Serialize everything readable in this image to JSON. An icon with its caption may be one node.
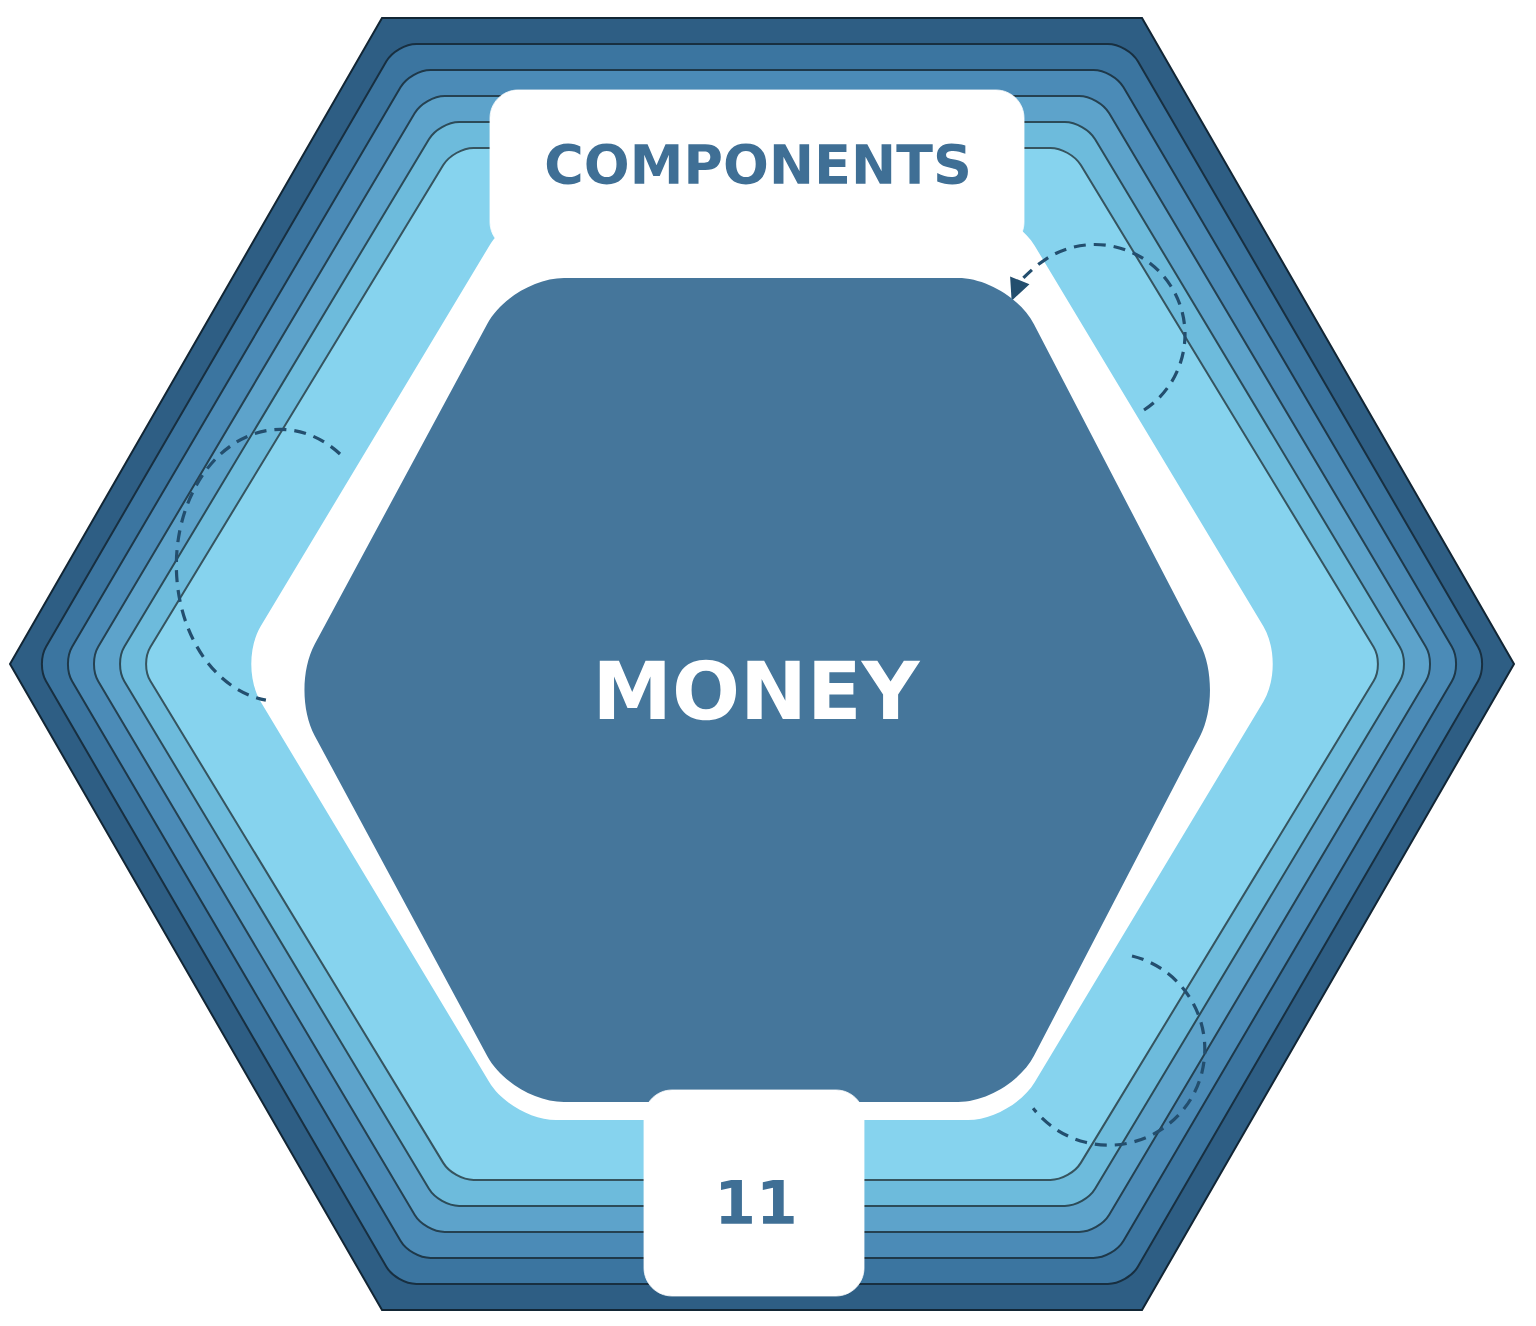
{
  "diagram": {
    "nodes": [
      {
        "text": [
          "COMPONENTS"
        ]
      },
      {
        "text": [
          "MONEY"
        ]
      },
      {
        "text": [
          "11"
        ]
      }
    ]
  }
}
